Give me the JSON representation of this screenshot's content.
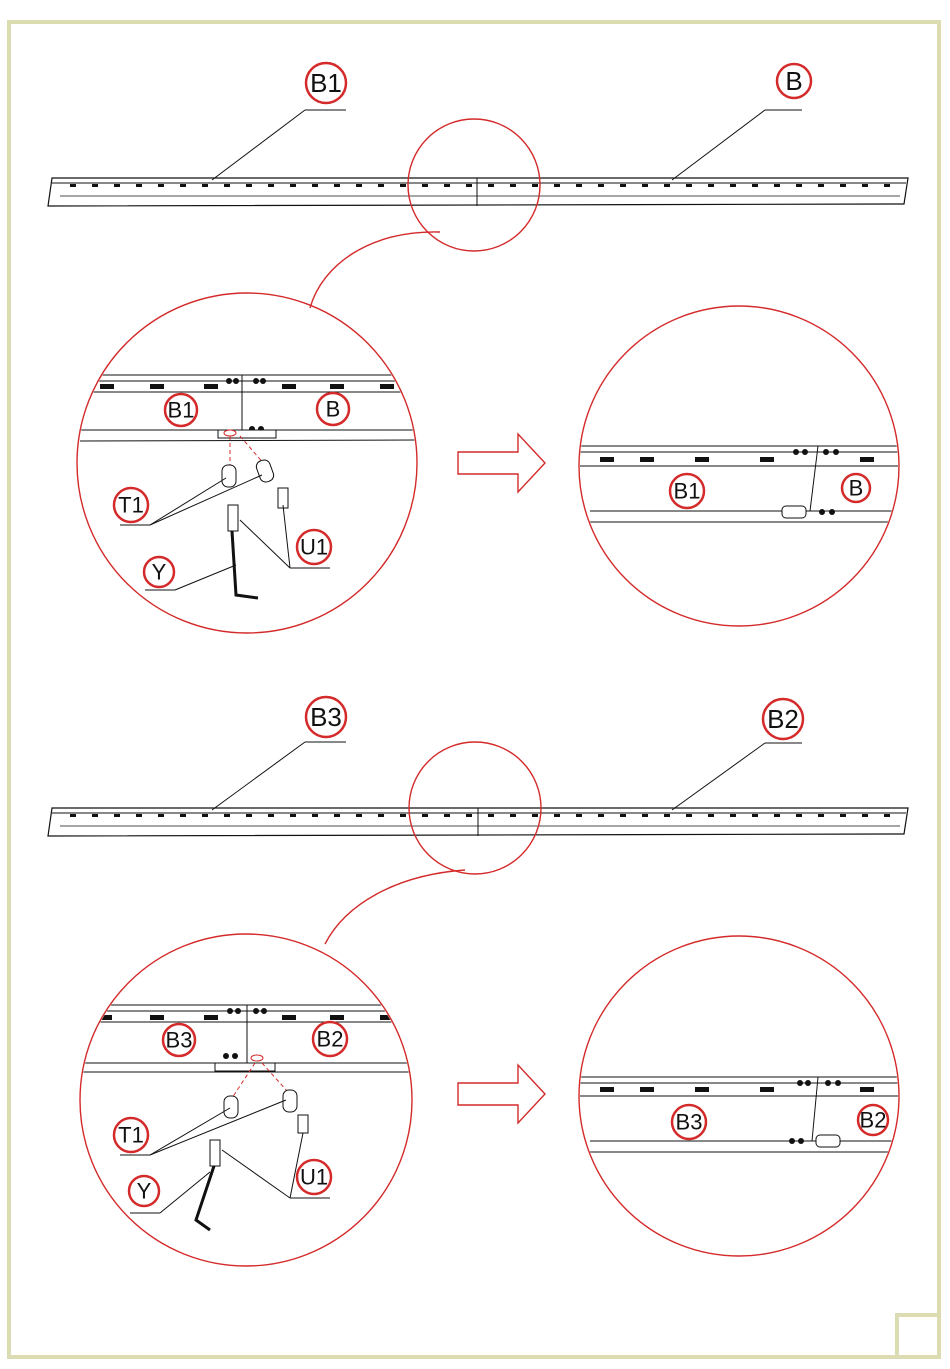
{
  "colors": {
    "frame": "#dcdcb2",
    "callout": "#d42a2a",
    "line": "#111111"
  },
  "step1": {
    "beam_left_label": "B1",
    "beam_right_label": "B",
    "detail_left": {
      "beam_left": "B1",
      "beam_right": "B",
      "connector": "T1",
      "bolt": "U1",
      "hex_key": "Y"
    },
    "detail_right": {
      "beam_left": "B1",
      "beam_right": "B"
    }
  },
  "step2": {
    "beam_left_label": "B3",
    "beam_right_label": "B2",
    "detail_left": {
      "beam_left": "B3",
      "beam_right": "B2",
      "connector": "T1",
      "bolt": "U1",
      "hex_key": "Y"
    },
    "detail_right": {
      "beam_left": "B3",
      "beam_right": "B2"
    }
  },
  "icons": {
    "arrow": "right-arrow-icon"
  }
}
